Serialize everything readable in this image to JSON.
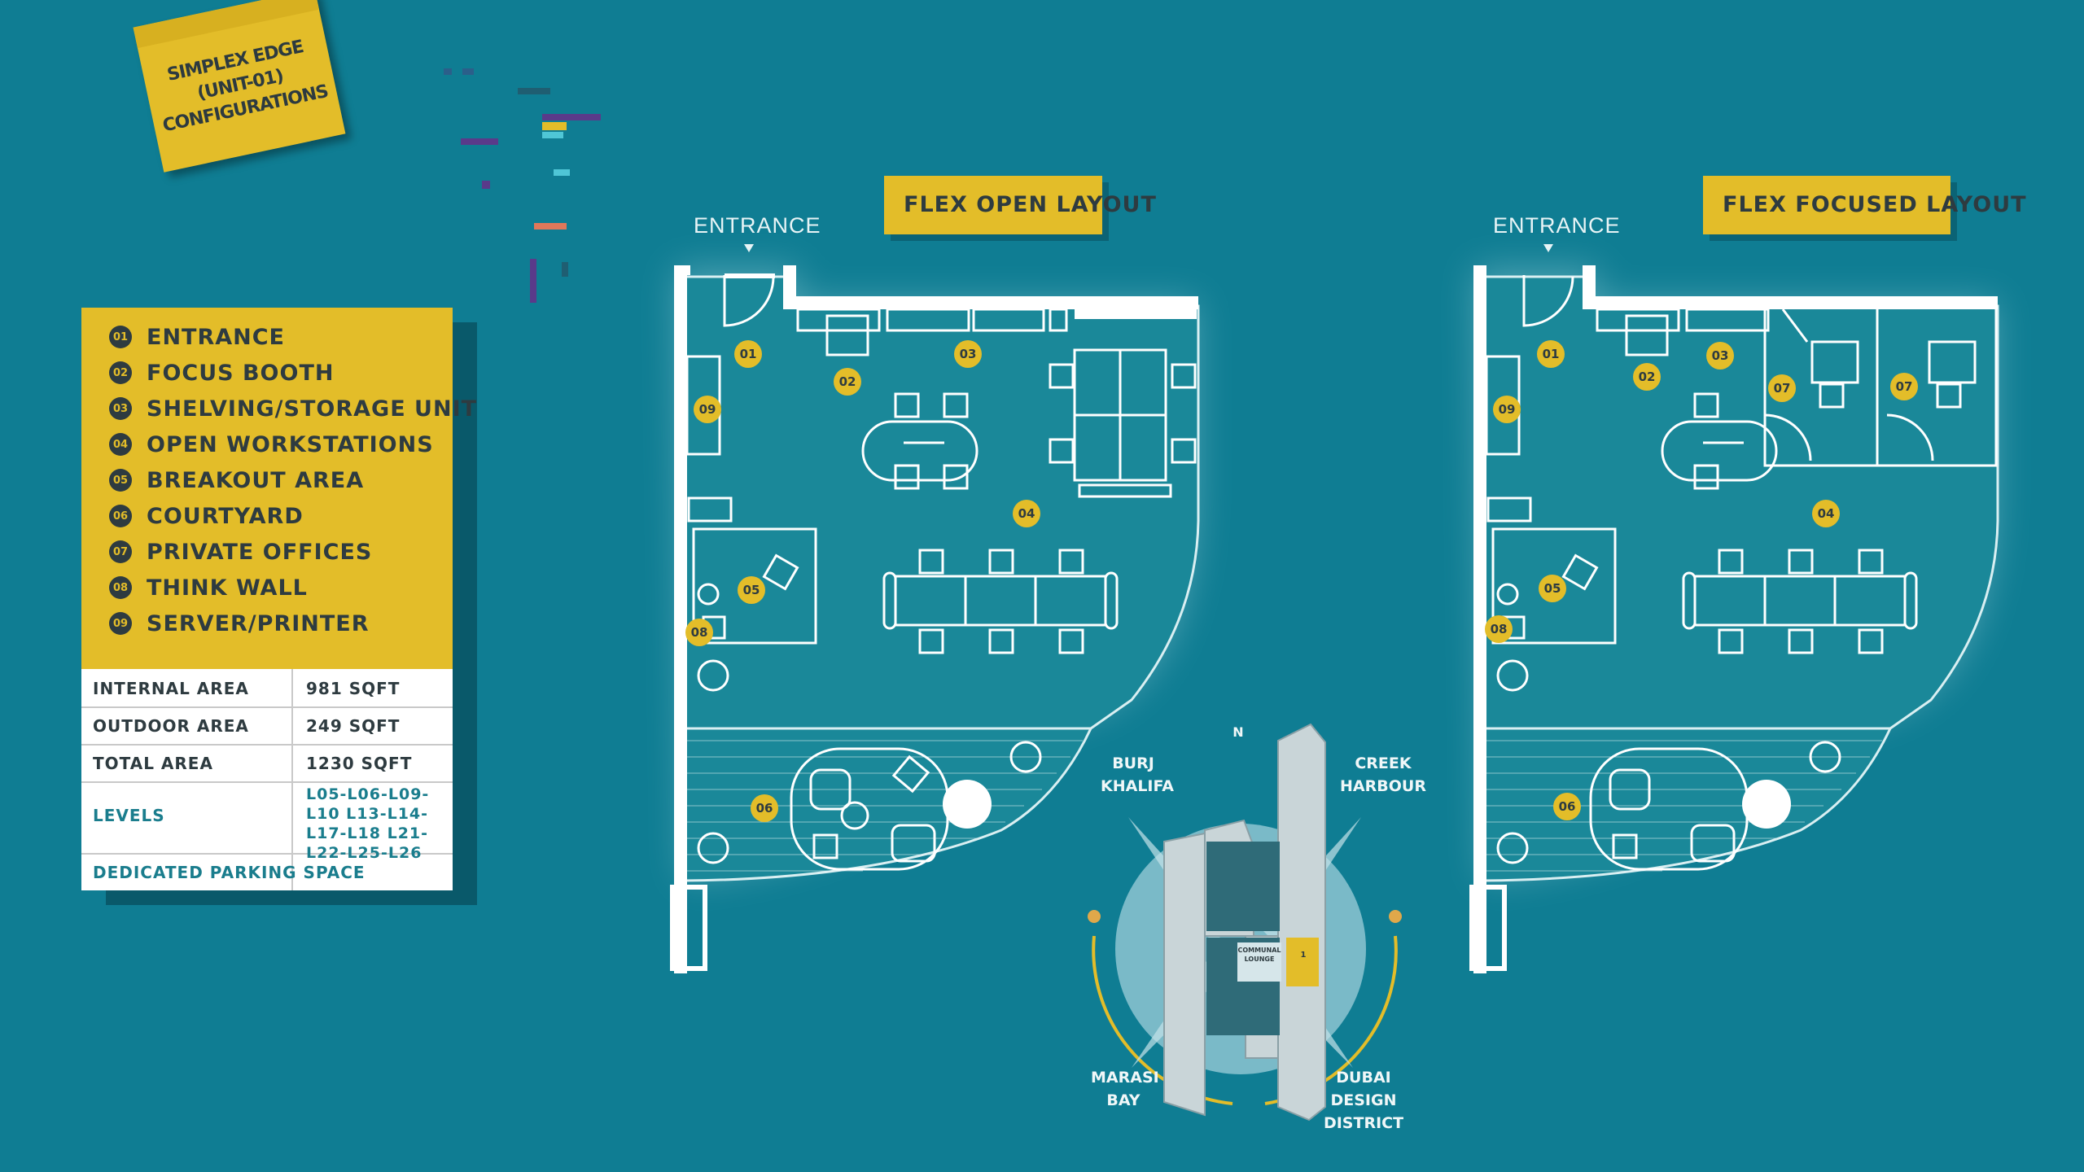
{
  "note": {
    "lines": [
      "SIMPLEX EDGE",
      "(UNIT-01)",
      "CONFIGURATIONS"
    ]
  },
  "legend": {
    "items": [
      {
        "num": "01",
        "label": "ENTRANCE"
      },
      {
        "num": "02",
        "label": "FOCUS BOOTH"
      },
      {
        "num": "03",
        "label": "SHELVING/STORAGE UNIT"
      },
      {
        "num": "04",
        "label": "OPEN WORKSTATIONS"
      },
      {
        "num": "05",
        "label": "BREAKOUT AREA"
      },
      {
        "num": "06",
        "label": "COURTYARD"
      },
      {
        "num": "07",
        "label": "PRIVATE OFFICES"
      },
      {
        "num": "08",
        "label": "THINK WALL"
      },
      {
        "num": "09",
        "label": "SERVER/PRINTER"
      }
    ]
  },
  "areas": {
    "rows": [
      {
        "label": "INTERNAL AREA",
        "value": "981 SQFT"
      },
      {
        "label": "OUTDOOR AREA",
        "value": "249 SQFT"
      },
      {
        "label": "TOTAL AREA",
        "value": "1230 SQFT"
      },
      {
        "label": "LEVELS",
        "value": "L05-L06-L09-L10 L13-L14-L17-L18 L21-L22-L25-L26"
      },
      {
        "label": "DEDICATED PARKING SPACE",
        "value": ""
      }
    ]
  },
  "plans": {
    "left": {
      "title": "FLEX OPEN LAYOUT",
      "entrance": "ENTRANCE"
    },
    "right": {
      "title": "FLEX FOCUSED LAYOUT",
      "entrance": "ENTRANCE"
    }
  },
  "location_map": {
    "north": "N",
    "burj": "BURJ KHALIFA",
    "creek": "CREEK HARBOUR",
    "marasi": "MARASI BAY",
    "d3": "DUBAI DESIGN DISTRICT",
    "lounge": "COMMUNAL LOUNGE",
    "unit": "1"
  },
  "colors": {
    "background": "#0f7d93",
    "accent": "#e3bd29",
    "dark": "#2e3b40"
  }
}
